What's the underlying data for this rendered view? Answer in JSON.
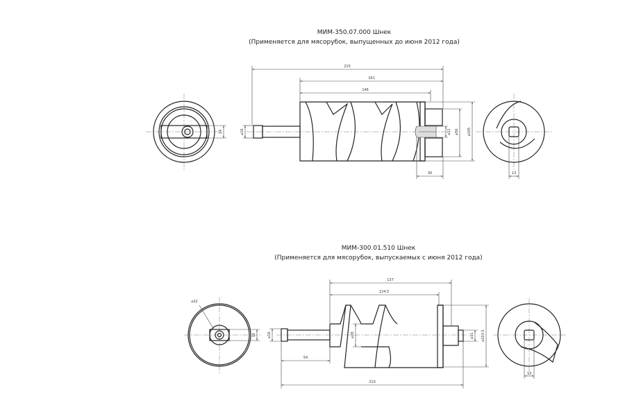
{
  "part1": {
    "title": "МИМ-350.07.000  Шнек",
    "subtitle": "(Применяется для мясорубок, выпущенных до июня 2012 года)",
    "dims": {
      "overall_length": "215",
      "length_161": "161",
      "length_146": "146",
      "shaft_dia": "⌀16",
      "slot_width": "14",
      "bore_dia": "⌀12",
      "hub_dia": "⌀56",
      "outer_dia": "⌀105",
      "hub_length": "30",
      "key_width": "13"
    }
  },
  "part2": {
    "title": "МИМ-300.01.510  Шнек",
    "subtitle": "(Применяется для мясорубок, выпускаемых с июня 2012 года)",
    "dims": {
      "length_137": "137",
      "length_124_5": "124.5",
      "face_dia": "⌀22",
      "slot_width": "15",
      "shaft_dia": "⌀16",
      "core_dia": "⌀28",
      "tip_dia": "⌀11",
      "outer_dia": "⌀103.5",
      "shaft_length": "54",
      "overall_length": "210",
      "key_width": "13"
    }
  }
}
